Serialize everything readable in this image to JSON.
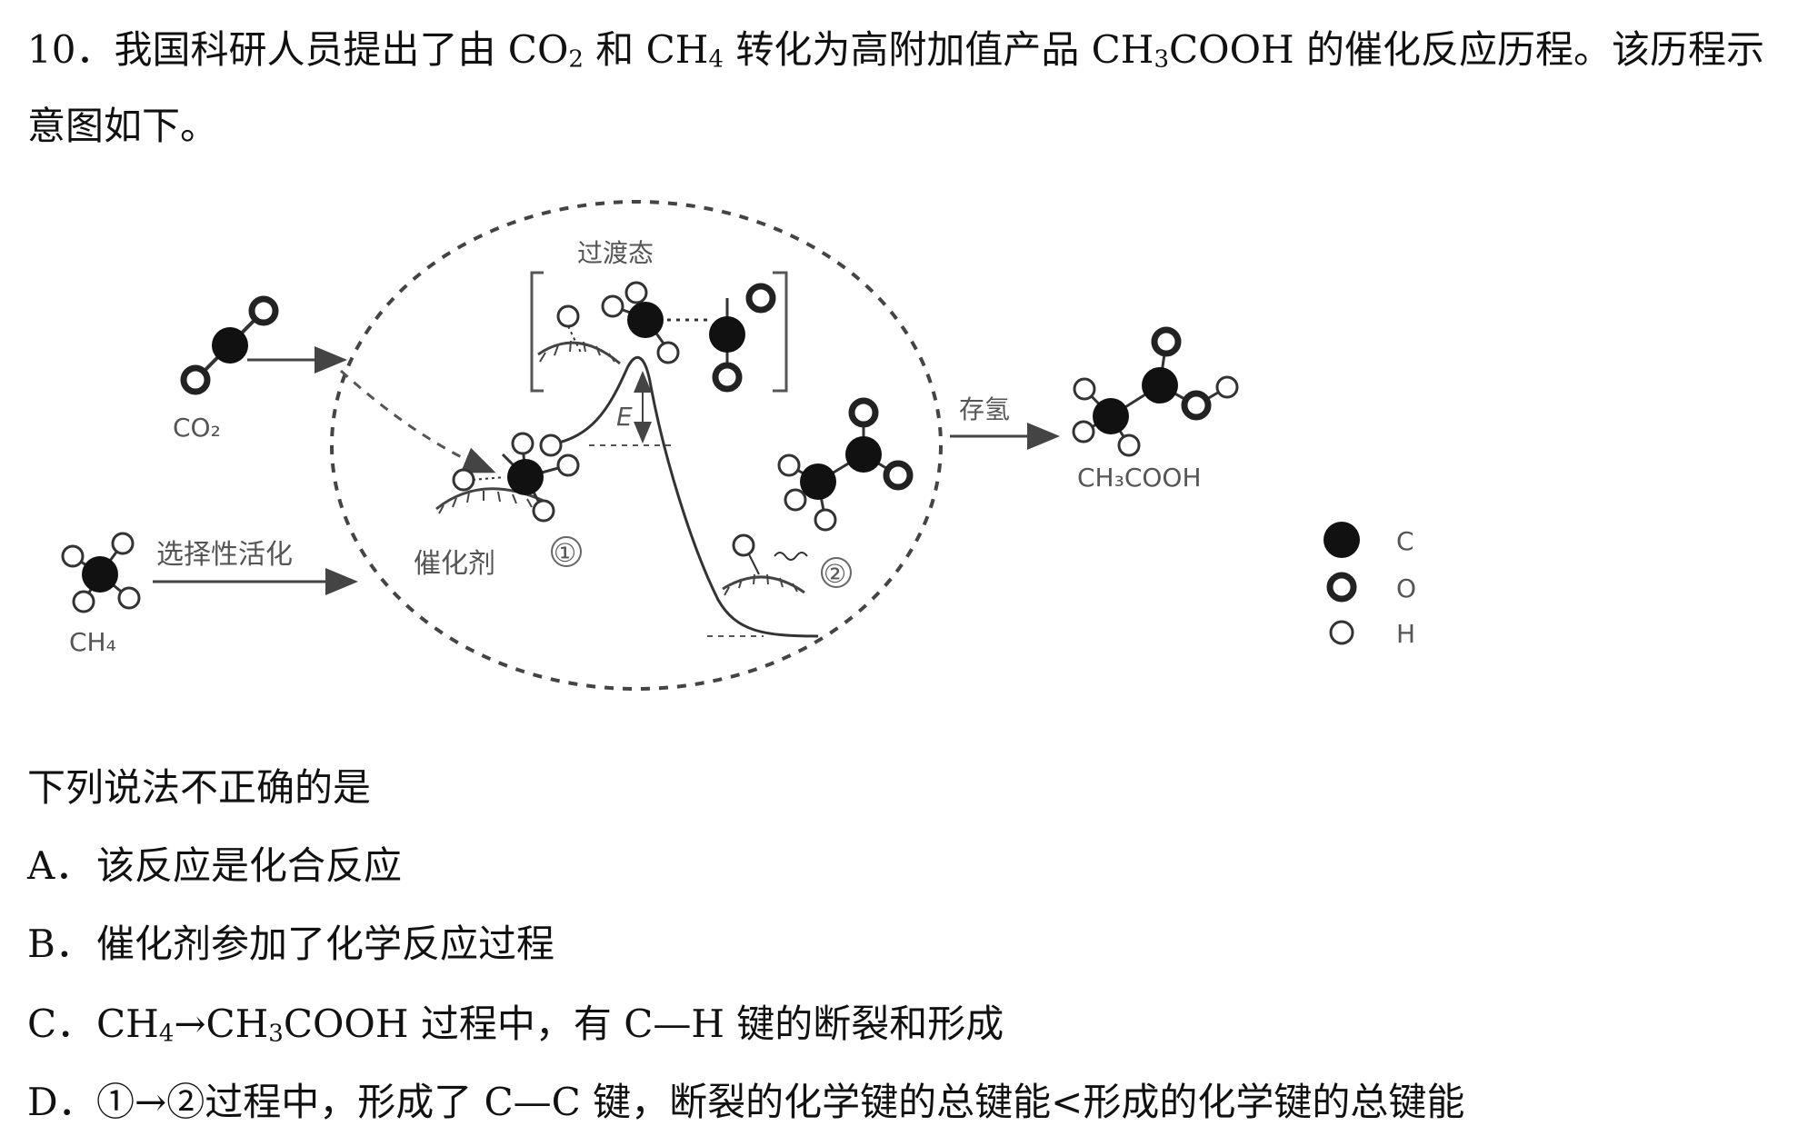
{
  "question": {
    "number": "10．",
    "line1_a": "我国科研人员提出了由 CO",
    "line1_sub1": "2",
    "line1_b": " 和 CH",
    "line1_sub2": "4",
    "line1_c": " 转化为高附加值产品 CH",
    "line1_sub3": "3",
    "line1_d": "COOH 的催化反应历程。该历程示",
    "line2": "意图如下。"
  },
  "diagram": {
    "co2_label": "CO₂",
    "ch4_label": "CH₄",
    "activation_label": "选择性活化",
    "catalyst_label": "催化剂",
    "transition_label": "过渡态",
    "energy_label": "E",
    "storage_label": "存氢",
    "product_label": "CH₃COOH",
    "step1_label": "①",
    "step2_label": "②",
    "legend": [
      {
        "symbol": "filled",
        "label": "C"
      },
      {
        "symbol": "ring",
        "label": "O"
      },
      {
        "symbol": "hollow",
        "label": "H"
      }
    ]
  },
  "prompt": "下列说法不正确的是",
  "options": {
    "A": {
      "letter": "A．",
      "text": "该反应是化合反应"
    },
    "B": {
      "letter": "B．",
      "text": "催化剂参加了化学反应过程"
    },
    "C": {
      "letter": "C．",
      "text_a": "CH",
      "sub1": "4",
      "text_b": "→CH",
      "sub2": "3",
      "text_c": "COOH 过程中，有 C—H 键的断裂和形成"
    },
    "D": {
      "letter": "D．",
      "text": "①→②过程中，形成了 C—C 键，断裂的化学键的总键能<形成的化学键的总键能"
    }
  }
}
